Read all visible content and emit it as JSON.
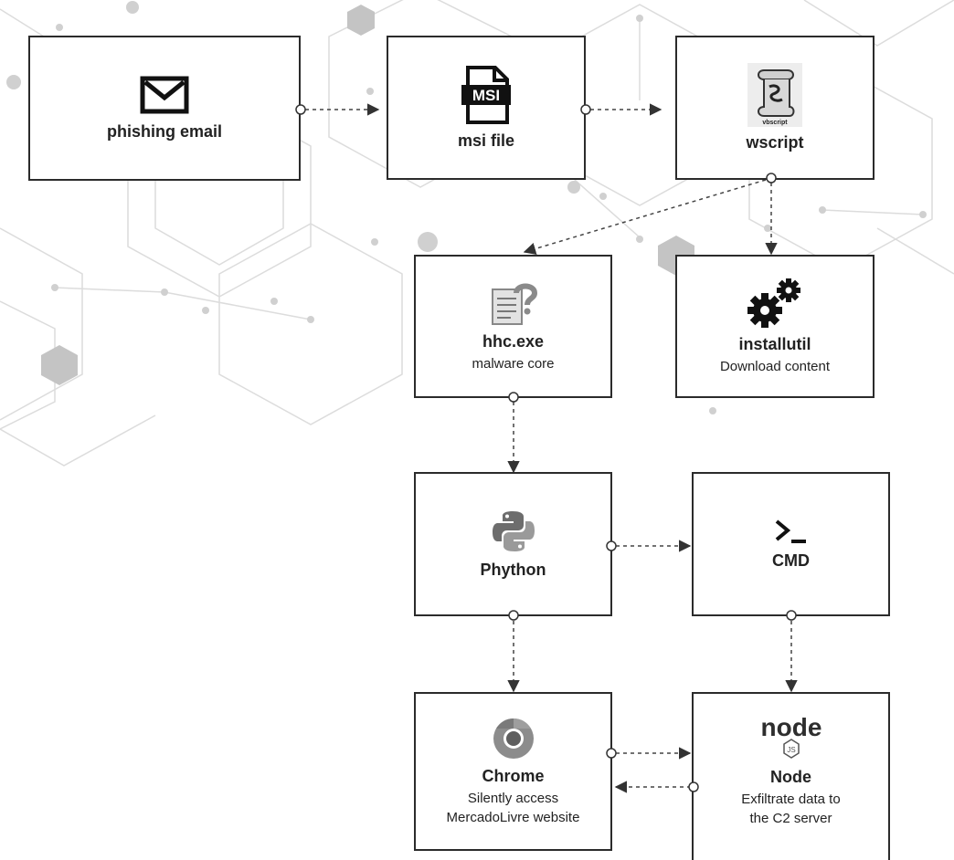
{
  "diagram": {
    "nodes": {
      "phishing": {
        "title": "phishing email",
        "icon": "envelope-icon"
      },
      "msi": {
        "title": "msi file",
        "icon": "msi-file-icon",
        "icon_text": "MSI"
      },
      "wscript": {
        "title": "wscript",
        "icon": "vbscript-scroll-icon",
        "icon_text": "vbscript"
      },
      "hhc": {
        "title": "hhc.exe",
        "subtitle": "malware core",
        "icon": "help-document-icon"
      },
      "installutil": {
        "title": "installutil",
        "subtitle": "Download content",
        "icon": "gears-icon"
      },
      "python": {
        "title": "Phython",
        "icon": "python-logo-icon"
      },
      "cmd": {
        "title": "CMD",
        "icon": "terminal-prompt-icon"
      },
      "chrome": {
        "title": "Chrome",
        "subtitle_lines": [
          "Silently access",
          "MercadoLivre website"
        ],
        "icon": "chrome-logo-icon"
      },
      "node": {
        "title": "Node",
        "subtitle_lines": [
          "Exfiltrate data to",
          "the C2 server"
        ],
        "icon": "nodejs-logo-icon",
        "icon_text": "node",
        "icon_badge": "JS"
      }
    },
    "edges": [
      {
        "from": "phishing",
        "to": "msi"
      },
      {
        "from": "msi",
        "to": "wscript"
      },
      {
        "from": "wscript",
        "to": "hhc"
      },
      {
        "from": "wscript",
        "to": "installutil"
      },
      {
        "from": "hhc",
        "to": "python"
      },
      {
        "from": "python",
        "to": "cmd"
      },
      {
        "from": "python",
        "to": "chrome"
      },
      {
        "from": "cmd",
        "to": "node"
      },
      {
        "from": "chrome",
        "to": "node"
      },
      {
        "from": "node",
        "to": "chrome"
      }
    ],
    "colors": {
      "border": "#2b2b2b",
      "edge": "#444444",
      "background_pattern": "#d6d6d6",
      "python_blue": "#6d6d6d",
      "python_yellow": "#9a9a9a"
    }
  }
}
